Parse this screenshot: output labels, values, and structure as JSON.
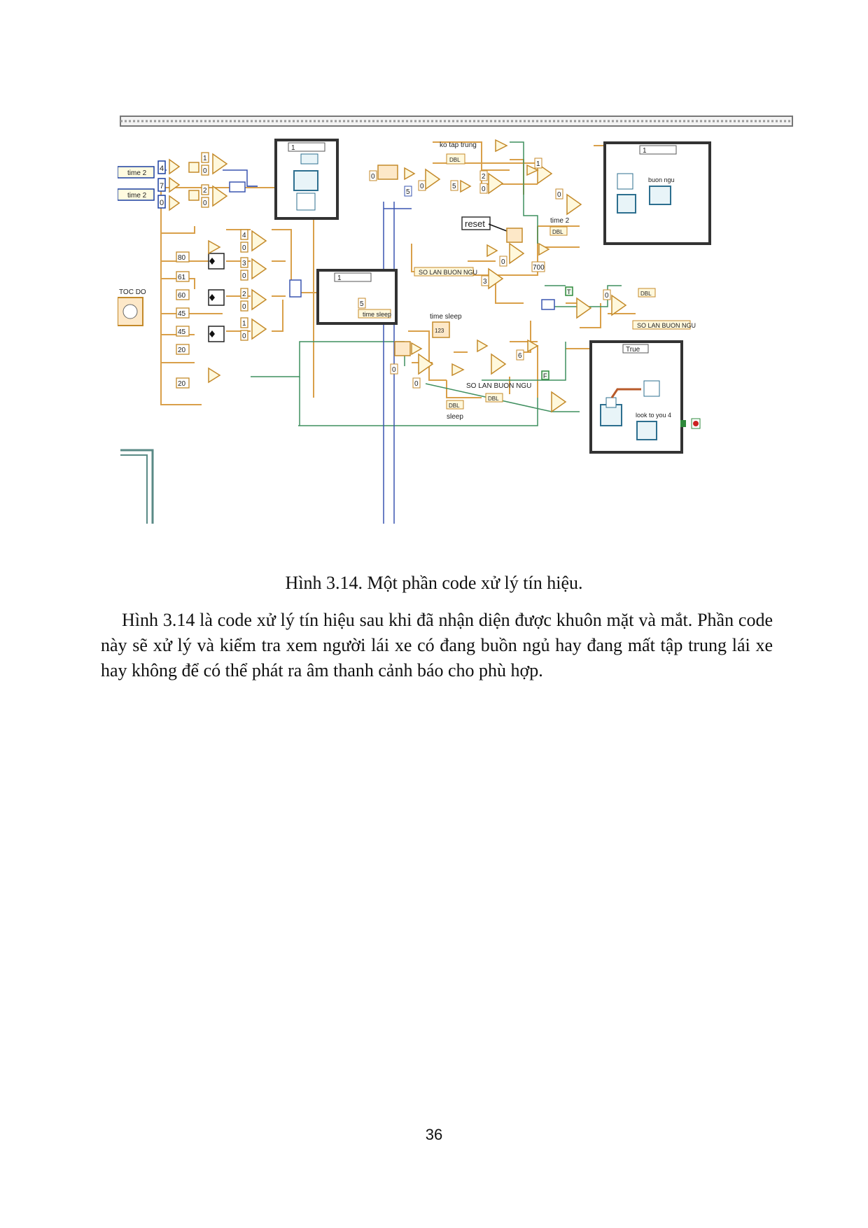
{
  "figure": {
    "labels": {
      "time2_a": "time 2",
      "time2_b": "time 2",
      "toc_do": "TOC DO",
      "ko_tap_trung": "ko tap trung",
      "reset": "reset",
      "time2_c": "time 2",
      "so_lan_buon_ngu_a": "SO LAN BUON NGU",
      "time_sleep_a": "time sleep",
      "time_sleep_b": "time sleep",
      "so_lan_buon_ngu_b": "SO LAN BUON NGU",
      "so_lan_buon_ngu_c": "SO LAN BUON NGU",
      "sleep": "sleep",
      "buon_ngu": "buon ngu",
      "look_to_you": "look to you 4",
      "case_true": "True",
      "dbl": "DBL"
    },
    "constants": {
      "c4": "4",
      "c7": "7",
      "c0": "0",
      "c1": "1",
      "c2": "2",
      "c3": "3",
      "c5": "5",
      "c6": "6",
      "c80": "80",
      "c61": "61",
      "c60": "60",
      "c45": "45",
      "c20": "20",
      "c700": "700",
      "c123": "123",
      "case1": "1",
      "cT": "T",
      "cF": "F"
    }
  },
  "caption": "Hình 3.14. Một phần code xử lý tín hiệu.",
  "paragraph": "Hình 3.14 là code xử lý tín hiệu sau khi đã nhận diện được khuôn mặt và mắt. Phần code này sẽ xử lý và kiểm tra xem người lái xe có đang buồn ngủ hay đang mất tập trung lái xe hay không để có thể phát ra âm thanh cảnh báo cho phù hợp.",
  "page_number": "36",
  "colors": {
    "wire_orange": "#d9a04a",
    "wire_blue": "#3a55b0",
    "wire_green": "#3f8f5f",
    "border": "#555555",
    "accent_green": "#2f8a3c"
  }
}
